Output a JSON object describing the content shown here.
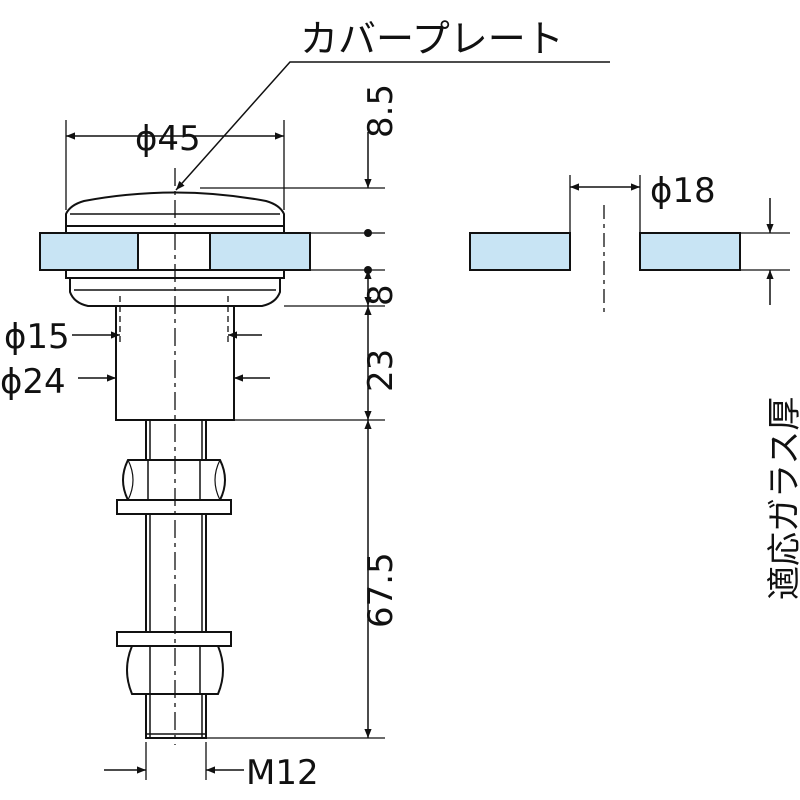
{
  "labels": {
    "cover_plate": "カバープレート",
    "dia_45": "ϕ45",
    "dia_15": "ϕ15",
    "dia_24": "ϕ24",
    "dia_18": "ϕ18",
    "dim_8_5": "8.5",
    "dim_8": "8",
    "dim_23": "23",
    "dim_67_5": "67.5",
    "thread": "M12",
    "glass_thickness": "適応ガラス厚"
  },
  "colors": {
    "line": "#111111",
    "glass": "#c8e4f4",
    "part": "#ffffff"
  }
}
